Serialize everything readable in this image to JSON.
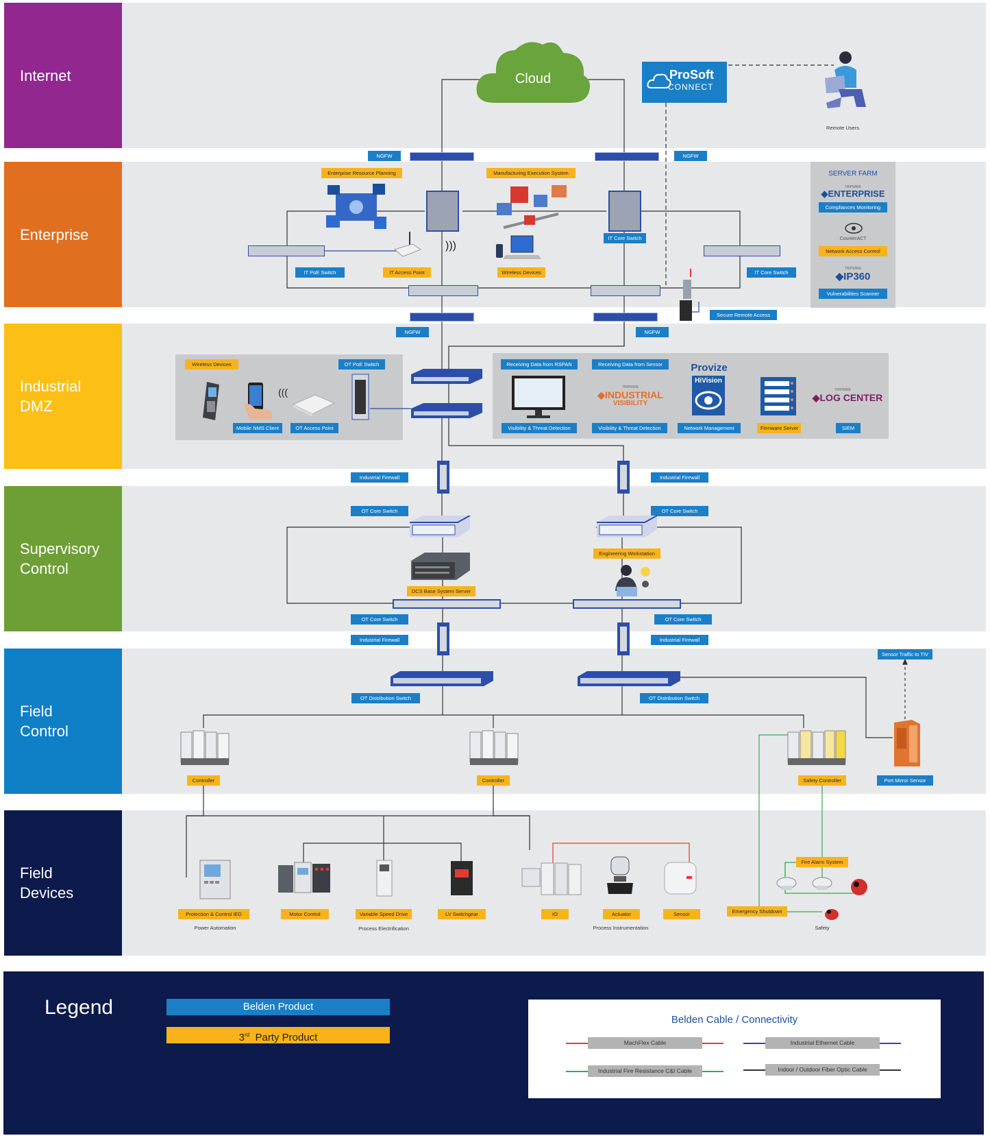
{
  "zones": [
    {
      "label": "Internet",
      "color": "#92278f"
    },
    {
      "label": "Enterprise",
      "color": "#e06f1f"
    },
    {
      "label": "Industrial DMZ",
      "color": "#fbbf15"
    },
    {
      "label": "Supervisory Control",
      "color": "#6e9f36"
    },
    {
      "label": "Field Control",
      "color": "#0f7fc6"
    },
    {
      "label": "Field Devices",
      "color": "#0c1a4c"
    }
  ],
  "colors": {
    "belden_blue": "#1b7fc8",
    "third_party_yellow": "#f8b31a",
    "band_gray": "#e7e8ea",
    "panel_gray": "#c9cacc",
    "cloud_green": "#6aa43c",
    "ethernet_line": "#2e4a9e",
    "machflex_line": "#e53935",
    "fire_line": "#3aa655",
    "fiber_line": "#333333"
  },
  "internet": {
    "cloud": "Cloud",
    "prosoft_name": "ProSoft",
    "prosoft_connect": "CONNECT",
    "remote_users": "Remote Users",
    "ngfw_left": "NGFW",
    "ngfw_right": "NGFW"
  },
  "enterprise": {
    "erp": "Enterprise Resource Planning",
    "mes": "Manufacturing Execution System",
    "it_core_switch_center": "IT Core Switch",
    "it_poe_switch": "IT PoE Switch",
    "it_access_point": "IT Access Point",
    "wireless_devices": "Wireless Devices",
    "it_core_switch_right": "IT Core Switch",
    "secure_remote_access": "Secure Remote Access",
    "ngfw_left": "NGFW",
    "ngfw_right": "NGFW"
  },
  "server_farm": {
    "title": "SERVER FARM",
    "tripwire_small": "TRIPWIRE",
    "enterprise_brand": "ENTERPRISE",
    "compliance": "Compliances Monitoring",
    "counteract": "CounterACT",
    "nac": "Network Access Control",
    "ip360_brand": "IP360",
    "vuln": "Vulnerabilities Scanner"
  },
  "dmz": {
    "wireless_devices": "Wireless Devices",
    "ot_poe_switch": "OT PoE Switch",
    "mobile_nms": "Mobile NMS Client",
    "ot_access_point": "OT Access Point",
    "rspan": "Receiving Data from RSPAN",
    "sensor_data": "Receiving Data from Sensor",
    "vis1": "Visibility & Threat Detection",
    "vis2": "Visibility & Threat Detection",
    "tripwire_small": "TRIPWIRE",
    "industrial_brand": "INDUSTRIAL",
    "visibility_brand": "VISIBILITY",
    "provize": "Provize",
    "hivision": "HiVision",
    "network_mgmt": "Network Management",
    "firmware_server": "Firmware Server",
    "log_center_brand": "LOG CENTER",
    "siem": "SIEM"
  },
  "supervisory": {
    "industrial_firewall_top_left": "Industrial Firewall",
    "industrial_firewall_top_right": "Industrial Firewall",
    "ot_core_top_left": "OT Core Switch",
    "ot_core_top_right": "OT Core Switch",
    "dcs_server": "DCS Base System Server",
    "eng_workstation": "Engineering Workstation",
    "ot_core_bottom_left": "OT Core Switch",
    "ot_core_bottom_right": "OT Core Switch",
    "industrial_firewall_bottom_left": "Industrial Firewall",
    "industrial_firewall_bottom_right": "Industrial Firewall"
  },
  "field_control": {
    "ot_dist_left": "OT Distribution Switch",
    "ot_dist_right": "OT Distribution Switch",
    "controller_left": "Controller",
    "controller_center": "Controller",
    "safety_controller": "Safety Controller",
    "sensor_traffic": "Sensor Traffic to TIV",
    "port_mirror": "Port Mirror Sensor"
  },
  "field_devices": {
    "protection_ied": "Protection & Control IED",
    "motor_control": "Motor Control",
    "vsd": "Variable Speed Drive",
    "lv_switchgear": "LV Switchgear",
    "io": "IO",
    "actuator": "Actuator",
    "sensor": "Sensor",
    "fire_alarm": "Fire Alarm System",
    "emergency_shutdown": "Emergency Shutdown",
    "group_power": "Power Automation",
    "group_process_elec": "Process Electrification",
    "group_process_inst": "Process Instrumentation",
    "group_safety": "Safety"
  },
  "legend": {
    "title": "Legend",
    "belden_product": "Belden Product",
    "third_party_num": "3",
    "third_party_sup": "rd",
    "third_party_rest": "Party Product",
    "cable_title": "Belden Cable / Connectivity",
    "machflex": "MachFlex Cable",
    "industrial_ethernet": "Industrial Ethernet Cable",
    "fire_resistance": "Industrial Fire Resistance C&I Cable",
    "fiber": "Indoor / Outdoor Fiber Optic Cable"
  }
}
